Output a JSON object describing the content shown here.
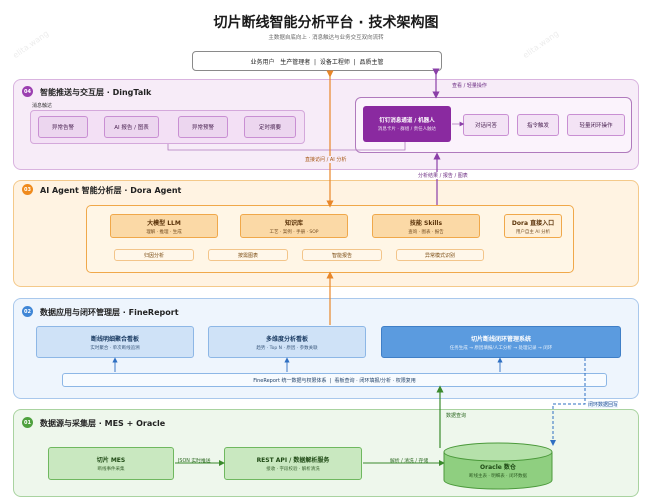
{
  "header": {
    "title": "切片断线智能分析平台 · 技术架构图",
    "subtitle": "主数据自底向上 · 消息触达与业务交互双向流转"
  },
  "users_bar": "业务用户   生产管理者  |  设备工程师  |  品质主管",
  "layers": {
    "l4": {
      "num": "04",
      "title": "智能推送与交互层 · DingTalk",
      "section_label": "消息触达",
      "items": [
        "异常告警",
        "AI 报告 / 图表",
        "异常预警",
        "定时摘要"
      ],
      "robot": {
        "title": "钉钉消息通道 / 机器人",
        "sub": "消息卡片 · 群组 / 责任人触达"
      },
      "actions": [
        "对话问答",
        "指令触发",
        "轻量闭环操作"
      ],
      "top_note": "查看 / 轻量操作"
    },
    "l3": {
      "num": "03",
      "title": "AI Agent 智能分析层 · Dora Agent",
      "cards": [
        {
          "title": "大模型 LLM",
          "sub": "理解 · 推理 · 生成"
        },
        {
          "title": "知识库",
          "sub": "工艺 · 案例 · 手册 · SOP"
        },
        {
          "title": "技能 Skills",
          "sub": "查询 · 图表 · 报告"
        },
        {
          "title": "Dora 直接入口",
          "sub": "用户自主 AI 分析"
        }
      ],
      "pills": [
        "归因分析",
        "按需图表",
        "智能报告",
        "异常模式识别"
      ]
    },
    "l2": {
      "num": "02",
      "title": "数据应用与闭环管理层 · FineReport",
      "cards": [
        {
          "title": "断线明细聚合看板",
          "sub": "实时聚合 · 单次断线追溯"
        },
        {
          "title": "多维度分析看板",
          "sub": "趋势 · Top N · 原因 · 参数关联"
        },
        {
          "title": "切片断线闭环管理系统",
          "sub": "任务生成 → 原因填报/人工分析 → 处理记录 → 闭环"
        }
      ],
      "bar": "FineReport 统一数据与权限体系  |  看板查询 · 闭环填报/分析 · 权限复用"
    },
    "l1": {
      "num": "01",
      "title": "数据源与采集层 · MES + Oracle",
      "mes": {
        "title": "切片 MES",
        "sub": "断线事件采集"
      },
      "api": {
        "title": "REST API / 数据解析服务",
        "sub": "接收 · 字段校验 · 解析清洗"
      },
      "oracle": {
        "title": "Oracle 数仓",
        "sub": "断线主表 · 明细表 · 闭环数据"
      }
    }
  },
  "flow_labels": {
    "direct": "直接访问 / AI 分析",
    "results": "分析结果 / 报告 / 图表",
    "query": "数据查询",
    "writeback": "闭环数据回写",
    "json": "JSON 实时推送",
    "parse": "解析 / 清洗 / 存储"
  },
  "watermark": "elita.wang",
  "colors": {
    "l4_badge": "#9b3fb0",
    "l3_badge": "#ef8a1c",
    "l2_badge": "#3f86d6",
    "l1_badge": "#4fa13f",
    "robot": "#8a2aa0",
    "arrow_orange": "#e8872a",
    "arrow_purple": "#8a3fa8",
    "arrow_blue": "#2e6fc2",
    "arrow_green": "#3b8a2d"
  }
}
